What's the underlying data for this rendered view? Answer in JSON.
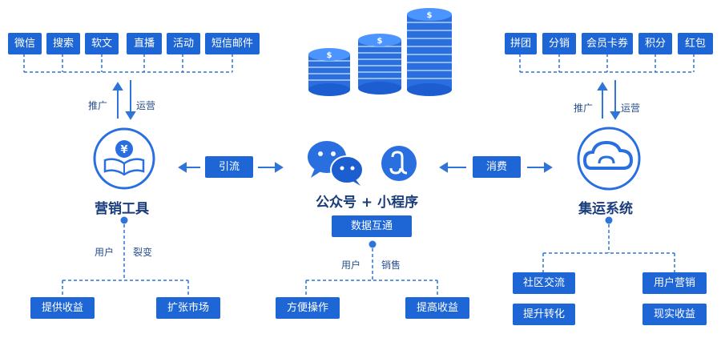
{
  "left_channels": [
    "微信",
    "搜索",
    "软文",
    "直播",
    "活动",
    "短信邮件"
  ],
  "right_features": [
    "拼团",
    "分销",
    "会员卡券",
    "积分",
    "红包"
  ],
  "left_arrows": {
    "up": "推广",
    "down": "运营"
  },
  "right_arrows": {
    "up": "推广",
    "down": "运营"
  },
  "marketing_tool": {
    "title": "营销工具",
    "split_left": "用户",
    "split_right": "裂变",
    "outputs": [
      "提供收益",
      "扩张市场"
    ]
  },
  "center": {
    "title": "公众号 + 小程序",
    "subtag": "数据互通",
    "split_left": "用户",
    "split_right": "销售",
    "outputs": [
      "方便操作",
      "提高收益"
    ]
  },
  "flow_left": "引流",
  "flow_right": "消费",
  "collection_system": {
    "title": "集运系统",
    "outputs": [
      "社区交流",
      "用户营销",
      "提升转化",
      "现实收益"
    ]
  },
  "colors": {
    "primary": "#1e66d6",
    "line": "#2f74d8",
    "icon_bg": "#1f6fe0"
  }
}
